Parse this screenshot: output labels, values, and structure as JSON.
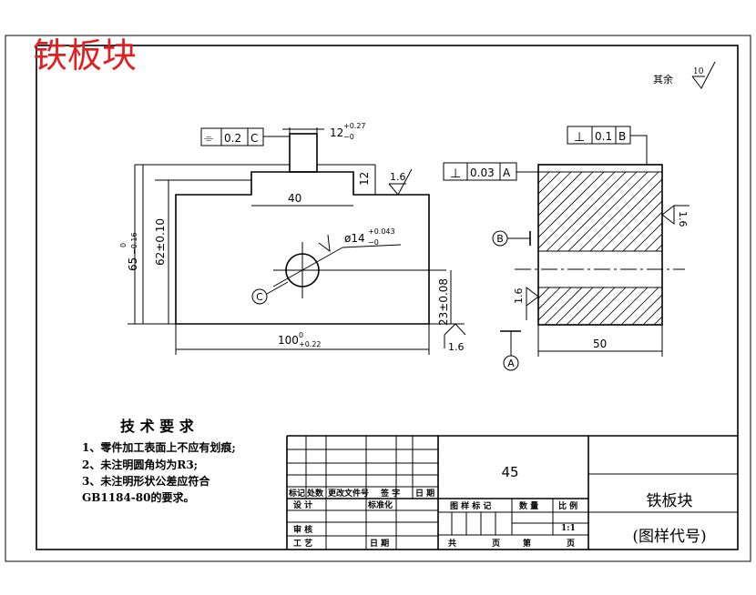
{
  "title_stamp": "铁板块",
  "roughness_note": {
    "label": "其余",
    "value": "10"
  },
  "front_view": {
    "flatness_frame": {
      "symbol": "⌯",
      "tolerance": "0.2",
      "datum": "C"
    },
    "slot_width": {
      "base": "12",
      "upper": "+0.27",
      "lower": "−0"
    },
    "slot_depth": "12",
    "slot_roughness": "1.6",
    "slot_bottom_roughness": "40",
    "hole_diameter": {
      "base": "ø14",
      "upper": "+0.043",
      "lower": "−0"
    },
    "datum_c": "C",
    "overall_height": {
      "base": "65",
      "upper": "0",
      "lower": "−0.16"
    },
    "inner_height": "62±0.10",
    "hole_height": "23±0.08",
    "width": {
      "base": "100",
      "upper": "0",
      "lower": "+0.22"
    },
    "bottom_roughness": "1.6"
  },
  "side_view": {
    "perp_frame_top": {
      "symbol": "⊥",
      "tolerance": "0.1",
      "datum": "B"
    },
    "perp_frame_left": {
      "symbol": "⊥",
      "tolerance": "0.03",
      "datum": "A"
    },
    "datum_b": "B",
    "datum_a": "A",
    "right_roughness": "1.6",
    "left_roughness": "1.6",
    "thickness": "50"
  },
  "tech_requirements": {
    "heading": "技 术 要 求",
    "items": [
      "1、零件加工表面上不应有划痕;",
      "2、未注明圆角均为R3;",
      "3、未注明形状公差应符合",
      "GB1184-80的要求。"
    ]
  },
  "title_block": {
    "material": "45",
    "part_name": "铁板块",
    "drawing_code": "(图样代号)",
    "rev_headers": [
      "标记",
      "处数",
      "更改文件号",
      "签 字",
      "日 期"
    ],
    "design": "设 计",
    "standardization": "标准化",
    "review": "审 核",
    "process": "工 艺",
    "date": "日 期",
    "drawing_mark": "图 样 标 记",
    "quantity": "数 量",
    "scale_label": "比 例",
    "scale_value": "1:1",
    "total": "共",
    "sheet_unit": "页",
    "sheet": "第",
    "sheet_unit2": "页"
  }
}
